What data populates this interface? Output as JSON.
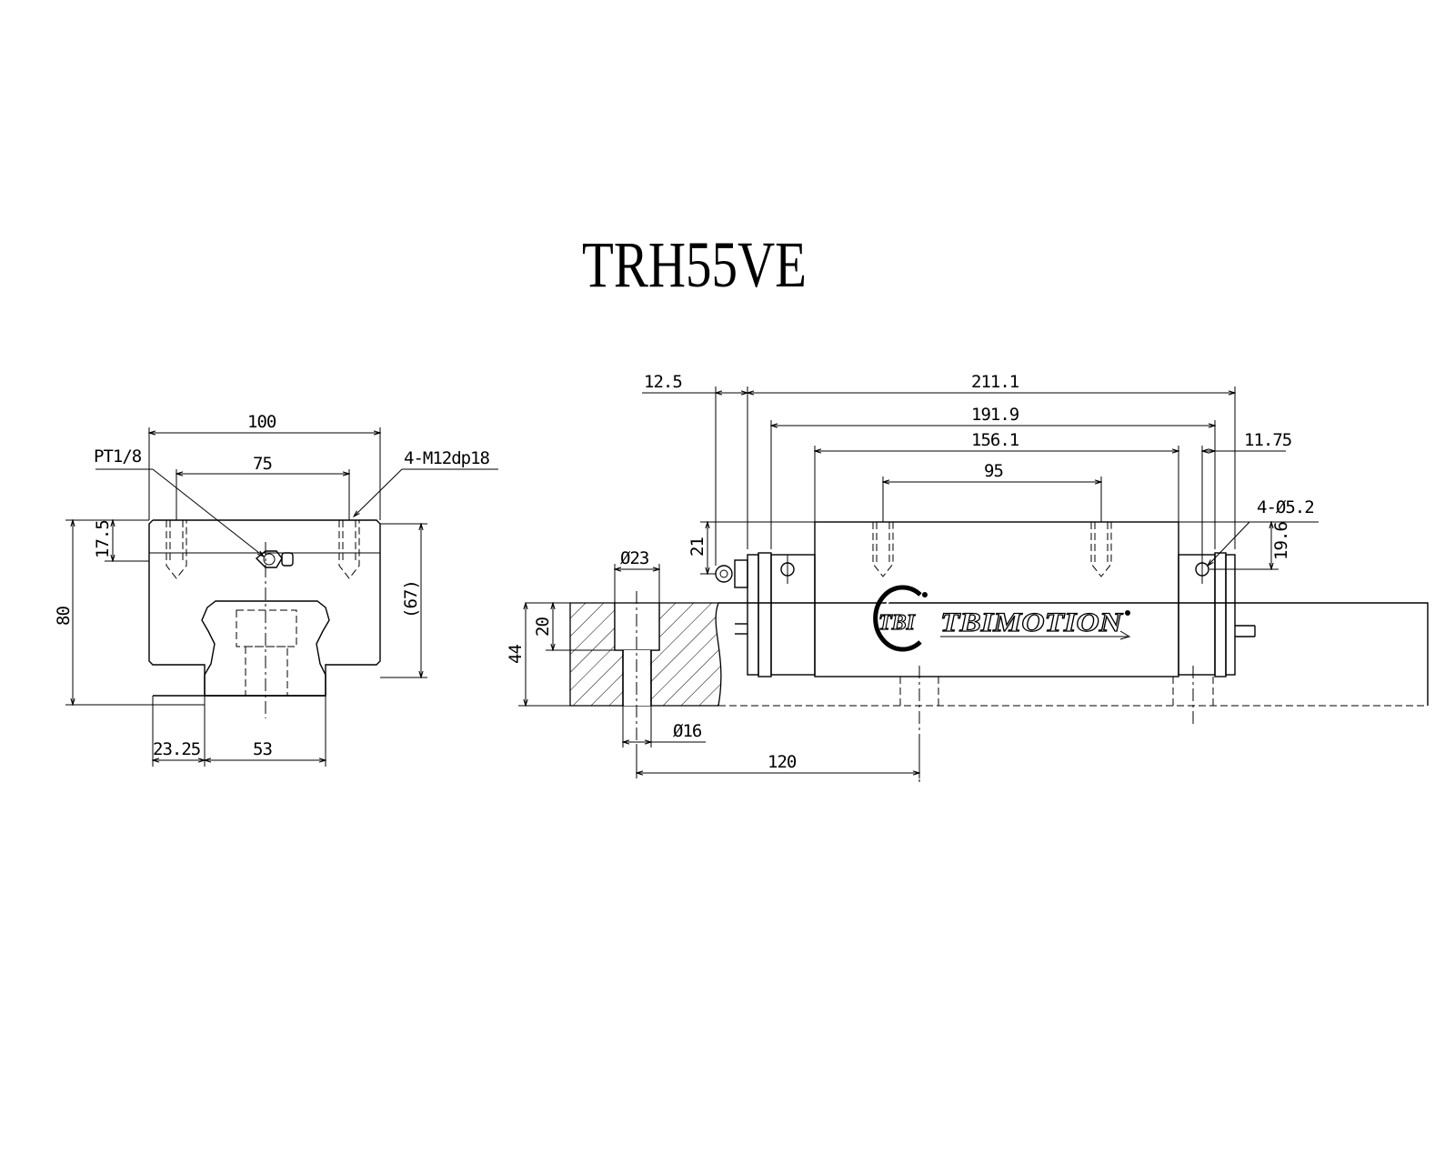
{
  "title": "TRH55VE",
  "front_view": {
    "dims": {
      "width_total": "100",
      "hole_pitch": "75",
      "grease": "PT1/8",
      "tap_holes": "4-M12dp18",
      "height_total": "80",
      "tap_depth": "17.5",
      "ref_height": "(67)",
      "edge_offset": "23.25",
      "rail_width": "53"
    }
  },
  "side_view": {
    "dims": {
      "overall_length": "211.1",
      "nipple_length": "12.5",
      "body_length": "191.9",
      "steel_length": "156.1",
      "hole_pitch": "95",
      "seal_thickness": "11.75",
      "small_holes": "4-Ø5.2",
      "hole_height": "19.6",
      "nipple_height": "21",
      "counterbore_dia": "Ø23",
      "counterbore_depth": "20",
      "rail_height": "44",
      "bolt_dia": "Ø16",
      "rail_pitch": "120"
    },
    "logo": {
      "badge": "TBI",
      "brand": "TBIMOTION"
    }
  }
}
